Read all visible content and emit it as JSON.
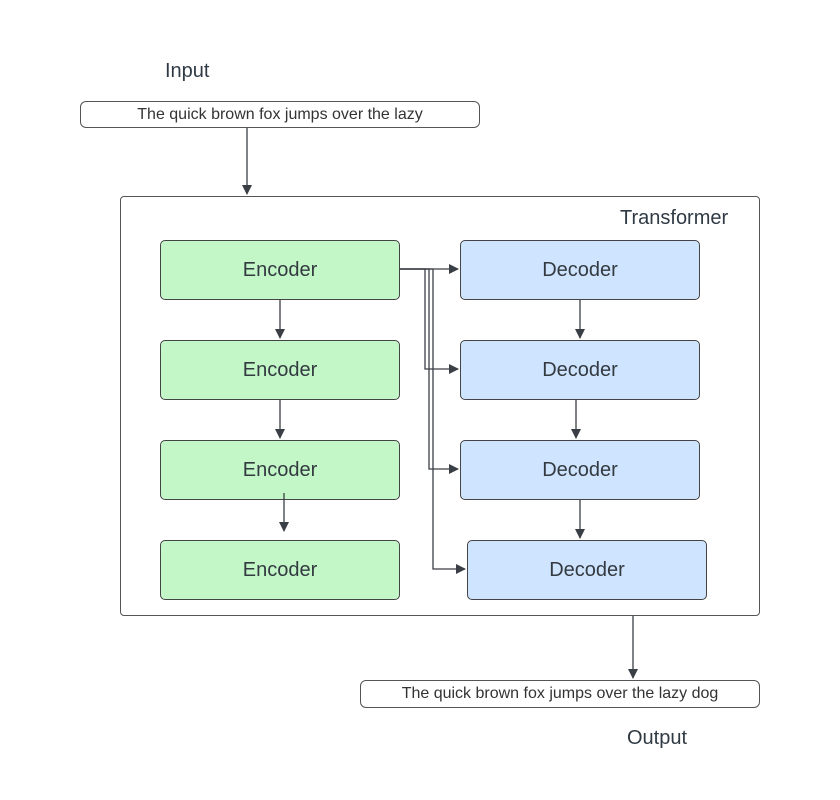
{
  "input": {
    "label": "Input",
    "text": "The quick brown fox jumps over the lazy"
  },
  "transformer": {
    "label": "Transformer"
  },
  "encoders": [
    "Encoder",
    "Encoder",
    "Encoder",
    "Encoder"
  ],
  "decoders": [
    "Decoder",
    "Decoder",
    "Decoder",
    "Decoder"
  ],
  "output": {
    "label": "Output",
    "text": "The quick brown fox jumps over the lazy dog"
  },
  "colors": {
    "encoder_fill": "#c3f7c8",
    "decoder_fill": "#cfe4ff",
    "line": "#3a3f45"
  }
}
